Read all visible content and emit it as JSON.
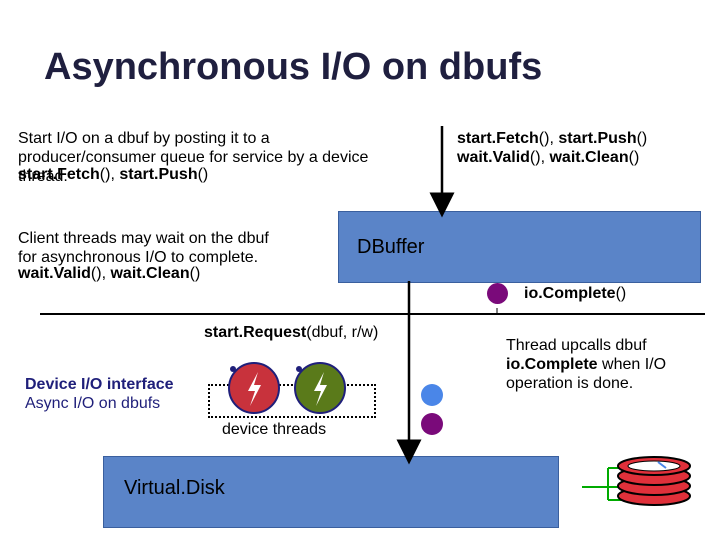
{
  "slide": {
    "title": "Asynchronous I/O on dbufs",
    "intro_line1": "Start I/O on a dbuf by posting it to a",
    "intro_line2": "producer/consumer queue for service by a device",
    "intro_line3": "thread.",
    "intro_call1": "start.Fetch",
    "intro_call1_args": "(), ",
    "intro_call2": "start.Push",
    "intro_call2_args": "()",
    "client_line1": "Client threads may wait on the dbuf",
    "client_line2": "for asynchronous I/O to complete.",
    "client_call1": "wait.Valid",
    "client_call1_args": "(), ",
    "client_call2": "wait.Clean",
    "client_call2_args": "()",
    "api_line1_a": "start.Fetch",
    "api_line1_b": "(), ",
    "api_line1_c": "start.Push",
    "api_line1_d": "()",
    "api_line2_a": "wait.Valid",
    "api_line2_b": "(), ",
    "api_line2_c": "wait.Clean",
    "api_line2_d": "()",
    "dbuffer_label": "DBuffer",
    "iocomplete_a": "io.Complete",
    "iocomplete_b": "()",
    "startrequest_a": "start.Request",
    "startrequest_b": "(dbuf, r/w)",
    "device_iface_line1": "Device I/O interface",
    "device_iface_line2": "Async I/O on dbufs",
    "device_threads_label": "device threads",
    "upcall_line1": "Thread upcalls dbuf",
    "upcall_line2_a": "io.Complete",
    "upcall_line2_b": " when I/O",
    "upcall_line3": "operation is done.",
    "virtualdisk_label": "Virtual.Disk"
  },
  "colors": {
    "box_fill": "#5a84c8",
    "purple": "#7a0a7a",
    "blue_dot": "#4a86e8",
    "red_thread": "#c8323c",
    "olive_thread": "#5a7a1a",
    "disk_red": "#e0303a",
    "green_lines": "#00aa00",
    "navy": "#1f1f7a"
  },
  "icons": [
    "lightning-icon",
    "disk-stack-icon"
  ]
}
